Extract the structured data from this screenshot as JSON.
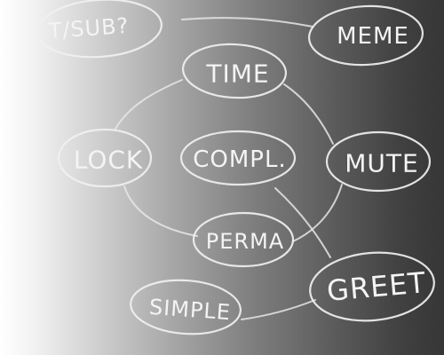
{
  "nodes": [
    {
      "id": "tsub",
      "label": "T/SUB?"
    },
    {
      "id": "meme",
      "label": "MEME"
    },
    {
      "id": "time",
      "label": "TIME"
    },
    {
      "id": "lock",
      "label": "LOCK"
    },
    {
      "id": "compl",
      "label": "COMPL."
    },
    {
      "id": "mute",
      "label": "MUTE"
    },
    {
      "id": "perma",
      "label": "PERMA"
    },
    {
      "id": "greet",
      "label": "GREET"
    },
    {
      "id": "simple",
      "label": "SIMPLE"
    }
  ]
}
